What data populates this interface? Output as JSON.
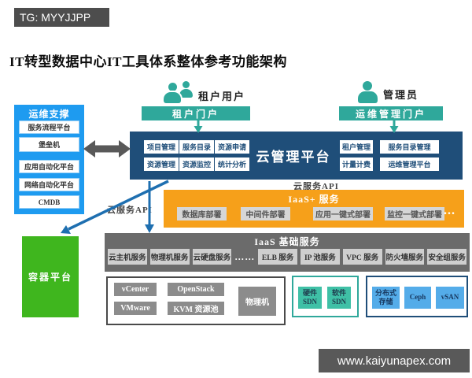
{
  "header": {
    "tag": "TG: MYYJJPP",
    "title": "IT转型数据中心IT工具体系整体参考功能架构"
  },
  "actors": {
    "tenant_label": "租户用户",
    "tenant_portal": "租户门户",
    "admin_label": "管理员",
    "admin_portal": "运维管理门户"
  },
  "ops_support": {
    "title": "运维支撑",
    "items": [
      "服务流程平台",
      "堡垒机",
      "应用自动化平台",
      "网络自动化平台",
      "CMDB"
    ]
  },
  "cloud_platform": {
    "title": "云管理平台",
    "left_modules": [
      "项目管理",
      "服务目录",
      "资源申请",
      "资源管理",
      "资源监控",
      "统计分析"
    ],
    "right_modules": [
      "租户管理",
      "服务目录管理",
      "计量计费",
      "运维管理平台"
    ]
  },
  "api_label_top": "云服务API",
  "api_label_left": "云服务API",
  "iaas_plus": {
    "title": "IaaS+ 服务",
    "items": [
      "数据库部署",
      "中间件部署",
      "应用一键式部署",
      "监控一键式部署"
    ],
    "more": "..."
  },
  "iaas_base": {
    "title": "IaaS 基础服务",
    "items": [
      "云主机服务",
      "物理机服务",
      "云硬盘服务",
      "……",
      "ELB 服务",
      "IP 池服务",
      "VPC 服务",
      "防火墙服务",
      "安全组服务"
    ]
  },
  "container_platform": "容器平台",
  "virtualization": {
    "items": [
      "vCenter",
      "OpenStack",
      "VMware",
      "KVM 资源池"
    ],
    "physical": "物理机"
  },
  "sdn": {
    "items": [
      "硬件\nSDN",
      "软件\nSDN"
    ]
  },
  "storage": {
    "items": [
      "分布式\n存储",
      "Ceph",
      "vSAN"
    ]
  },
  "footer": "www.kaiyunapex.com",
  "colors": {
    "teal": "#2fa89b",
    "sidebar_blue": "#1e9bf0",
    "navy": "#1f4e79",
    "orange": "#f6a01a",
    "gray": "#6b6b6b",
    "green": "#3fb61e",
    "arrow_blue": "#1e6fb0",
    "dark_bar": "#4d4d4d"
  }
}
